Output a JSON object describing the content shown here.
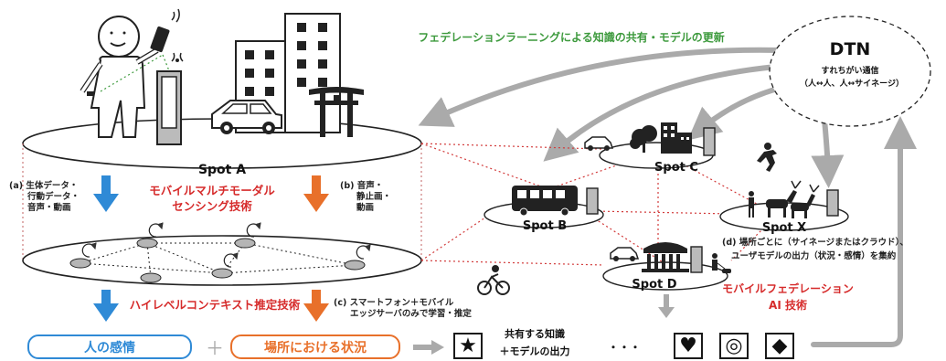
{
  "colors": {
    "green": "#3d9a3d",
    "red": "#d62b2b",
    "blue": "#2f8ad6",
    "orange": "#e8702a",
    "gray": "#aaaaaa",
    "dotted_red": "#d23a3a"
  },
  "title_federation": "フェデレーションラーニングによる知識の共有・モデルの更新",
  "dtn": {
    "title": "DTN",
    "line1": "すれちがい通信",
    "line2": "（人↔人、人↔サイネージ）"
  },
  "spot_a": {
    "label": "Spot A",
    "data_a_line1": "(a) 生体データ・",
    "data_a_line2": "行動データ・",
    "data_a_line3": "音声・動画",
    "tech_line1": "モバイルマルチモーダル",
    "tech_line2": "センシング技術",
    "data_b_line1": "(b) 音声・",
    "data_b_line2": "静止画・",
    "data_b_line3": "動画"
  },
  "context": {
    "title": "ハイレベルコンテキスト推定技術",
    "c_line1": "(c) スマートフォン＋モバイル",
    "c_line2": "エッジサーバのみで学習・推定"
  },
  "results": {
    "emotion": "人の感情",
    "plus": "＋",
    "situation": "場所における状況",
    "shared_line1": "共有する知識",
    "shared_line2": "＋モデルの出力",
    "dots": "・・・",
    "symbols": [
      "★",
      "♥",
      "◎",
      "◆"
    ]
  },
  "spots": {
    "b": "Spot B",
    "c": "Spot C",
    "d": "Spot D",
    "x": "Spot X"
  },
  "aggregation": {
    "line1": "(d) 場所ごとに（サイネージまたはクラウド）、",
    "line2": "ユーザモデルの出力（状況・感情）を集約"
  },
  "mobile_fed": {
    "line1": "モバイルフェデレーション",
    "line2": "AI 技術"
  }
}
